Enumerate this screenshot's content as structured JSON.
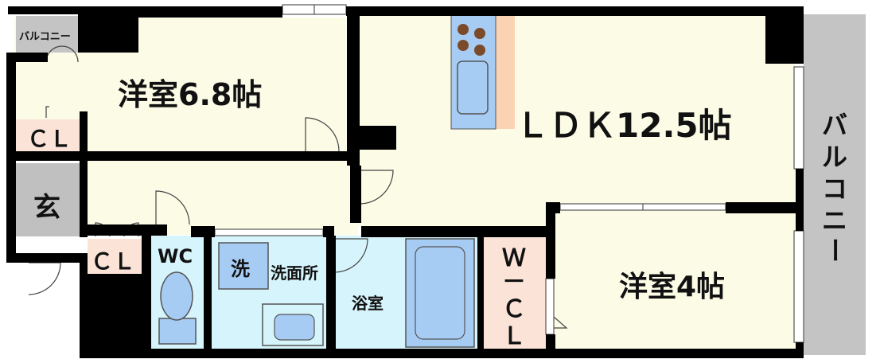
{
  "rooms": {
    "western_room_large": "洋室6.8帖",
    "ldk": "ＬＤＫ12.5帖",
    "western_room_small": "洋室4帖",
    "entrance": "玄",
    "toilet": "WC",
    "washroom": "洗面所",
    "washing_machine": "洗",
    "bathroom": "浴室",
    "closet_upper": "ＣＬ",
    "closet_lower": "ＣＬ",
    "walk_in_closet": [
      "Ｗ",
      "－",
      "Ｃ",
      "Ｌ"
    ],
    "balcony_small": "バルコニー",
    "balcony_large": [
      "バ",
      "ル",
      "コ",
      "ニ",
      "ー"
    ]
  },
  "colors": {
    "wall": "#000000",
    "room_floor": "#fbfbe6",
    "closet": "#fbe3d8",
    "wet_area": "#d6f4fb",
    "fixture": "#a7ccf3",
    "balcony": "#c4c4c4",
    "kitchen_counter": "#fbd3b3",
    "stove_burner": "#7a4a2a"
  }
}
